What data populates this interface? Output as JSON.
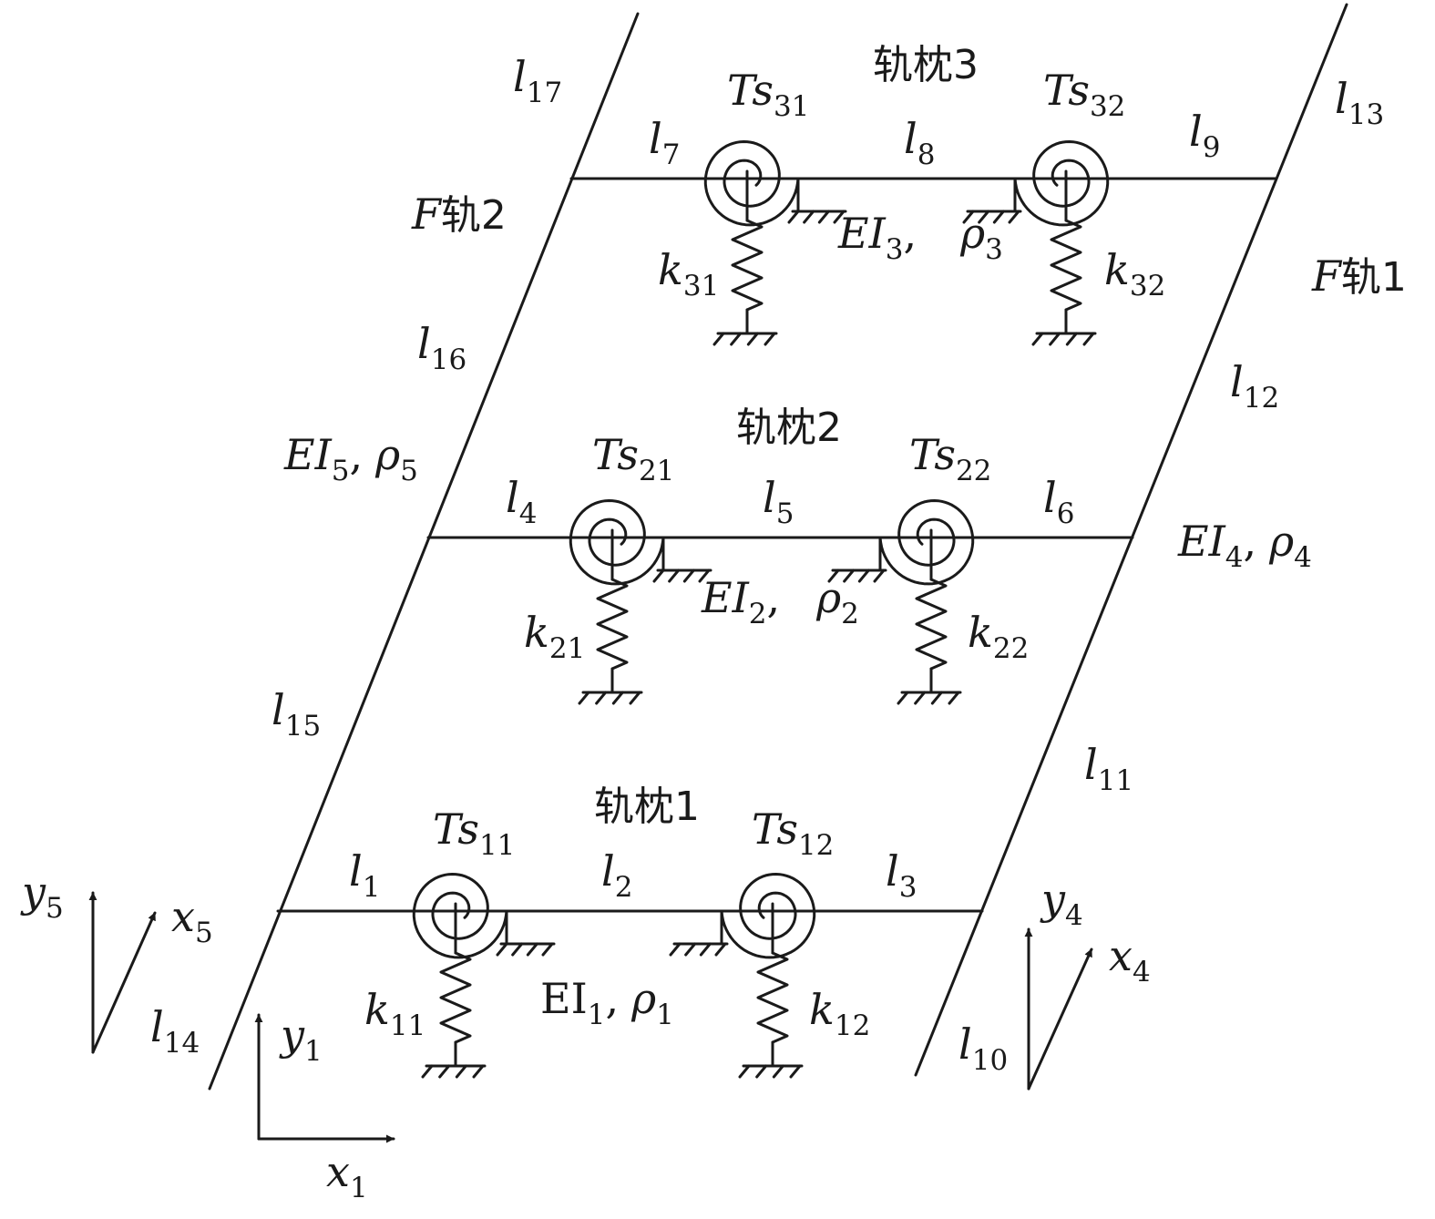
{
  "sleepers": [
    {
      "title": "轨枕1",
      "ts_left": {
        "base": "Ts",
        "sub": "11"
      },
      "ts_right": {
        "base": "Ts",
        "sub": "12"
      },
      "k_left": {
        "base": "k",
        "sub": "11"
      },
      "k_right": {
        "base": "k",
        "sub": "12"
      },
      "seg_left": {
        "base": "l",
        "sub": "1"
      },
      "seg_mid": {
        "base": "l",
        "sub": "2"
      },
      "seg_right": {
        "base": "l",
        "sub": "3"
      },
      "ei": {
        "base": "EI",
        "sub": "1",
        "sep": ",",
        "rho": "ρ",
        "rho_sub": "1"
      }
    },
    {
      "title": "轨枕2",
      "ts_left": {
        "base": "Ts",
        "sub": "21"
      },
      "ts_right": {
        "base": "Ts",
        "sub": "22"
      },
      "k_left": {
        "base": "k",
        "sub": "21"
      },
      "k_right": {
        "base": "k",
        "sub": "22"
      },
      "seg_left": {
        "base": "l",
        "sub": "4"
      },
      "seg_mid": {
        "base": "l",
        "sub": "5"
      },
      "seg_right": {
        "base": "l",
        "sub": "6"
      },
      "ei": {
        "base": "EI",
        "sub": "2",
        "sep": ",",
        "rho": "ρ",
        "rho_sub": "2"
      }
    },
    {
      "title": "轨枕3",
      "ts_left": {
        "base": "Ts",
        "sub": "31"
      },
      "ts_right": {
        "base": "Ts",
        "sub": "32"
      },
      "k_left": {
        "base": "k",
        "sub": "31"
      },
      "k_right": {
        "base": "k",
        "sub": "32"
      },
      "seg_left": {
        "base": "l",
        "sub": "7"
      },
      "seg_mid": {
        "base": "l",
        "sub": "8"
      },
      "seg_right": {
        "base": "l",
        "sub": "9"
      },
      "ei": {
        "base": "EI",
        "sub": "3",
        "sep": ",",
        "rho": "ρ",
        "rho_sub": "3"
      }
    }
  ],
  "rails": {
    "right": {
      "name_f": "F",
      "name_cn": "轨1",
      "segments": [
        {
          "base": "l",
          "sub": "10"
        },
        {
          "base": "l",
          "sub": "11"
        },
        {
          "base": "l",
          "sub": "12"
        },
        {
          "base": "l",
          "sub": "13"
        }
      ],
      "ei": {
        "base": "EI",
        "sub": "4",
        "sep": ",",
        "rho": "ρ",
        "rho_sub": "4"
      }
    },
    "left": {
      "name_f": "F",
      "name_cn": "轨2",
      "segments": [
        {
          "base": "l",
          "sub": "14"
        },
        {
          "base": "l",
          "sub": "15"
        },
        {
          "base": "l",
          "sub": "16"
        },
        {
          "base": "l",
          "sub": "17"
        }
      ],
      "ei": {
        "base": "EI",
        "sub": "5",
        "sep": ",",
        "rho": "ρ",
        "rho_sub": "5"
      }
    }
  },
  "axes": {
    "frame1": {
      "x": {
        "base": "x",
        "sub": "1"
      },
      "y": {
        "base": "y",
        "sub": "1"
      }
    },
    "frame4": {
      "x": {
        "base": "x",
        "sub": "4"
      },
      "y": {
        "base": "y",
        "sub": "4"
      }
    },
    "frame5": {
      "x": {
        "base": "x",
        "sub": "5"
      },
      "y": {
        "base": "y",
        "sub": "5"
      }
    }
  }
}
